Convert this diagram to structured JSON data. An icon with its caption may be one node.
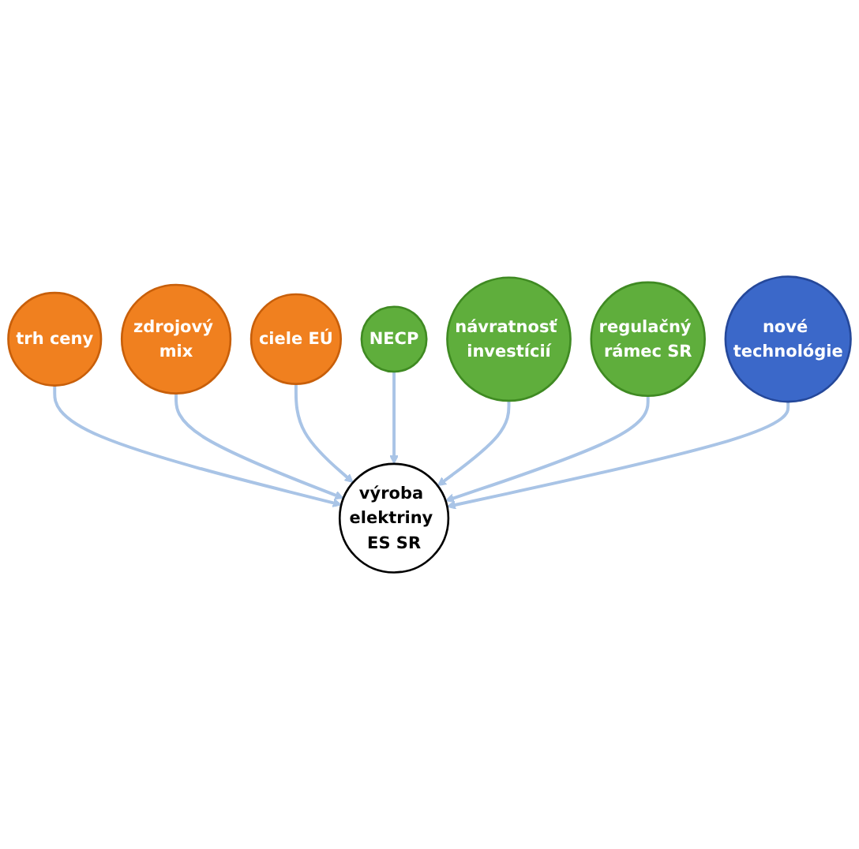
{
  "diagram": {
    "nodes": [
      {
        "text": [
          "výroba elektriny ES SR"
        ]
      },
      {
        "text": [
          "trh ceny"
        ]
      },
      {
        "text": [
          "zdrojový mix"
        ]
      },
      {
        "text": [
          "ciele EÚ"
        ]
      },
      {
        "text": [
          "NECP"
        ]
      },
      {
        "text": [
          "návratnosť investícií"
        ]
      },
      {
        "text": [
          "regulačný rámec SR"
        ]
      },
      {
        "text": [
          "nové technológie"
        ]
      }
    ],
    "edges": [
      {
        "from": 1,
        "to": 0,
        "arrow": "to"
      },
      {
        "from": 2,
        "to": 0,
        "arrow": "to"
      },
      {
        "from": 3,
        "to": 0,
        "arrow": "to"
      },
      {
        "from": 4,
        "to": 0,
        "arrow": "to"
      },
      {
        "from": 5,
        "to": 0,
        "arrow": "to"
      },
      {
        "from": 6,
        "to": 0,
        "arrow": "to"
      },
      {
        "from": 7,
        "to": 0,
        "arrow": "to"
      }
    ]
  }
}
